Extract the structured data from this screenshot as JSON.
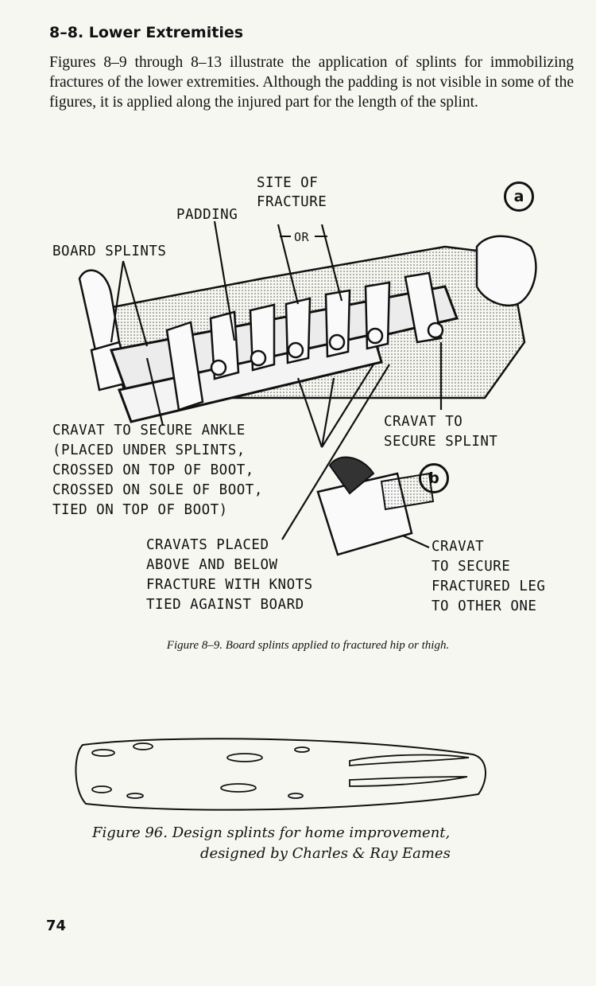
{
  "section": {
    "heading": "8–8. Lower Extremities"
  },
  "intro": "Figures 8–9 through 8–13 illustrate the application of splints for immobilizing fractures of the lower extremities. Although the padding is not visible in some of the figures, it is applied along the injured part for the length of the splint.",
  "figure_a": {
    "labels": {
      "site_of_fracture": [
        "SITE OF",
        "FRACTURE"
      ],
      "padding": "PADDING",
      "or": "OR",
      "board_splints": "BOARD SPLINTS",
      "cravat_ankle": [
        "CRAVAT TO SECURE ANKLE",
        "(PLACED UNDER SPLINTS,",
        "CROSSED ON TOP OF BOOT,",
        "CROSSED ON SOLE OF BOOT,",
        "TIED ON TOP OF BOOT)"
      ],
      "cravat_splint": [
        "CRAVAT TO",
        "SECURE SPLINT"
      ],
      "cravats_placed": [
        "CRAVATS PLACED",
        "ABOVE AND BELOW",
        "FRACTURE WITH KNOTS",
        "TIED AGAINST BOARD"
      ],
      "cravat_leg": [
        "CRAVAT",
        "TO SECURE",
        "FRACTURED LEG",
        "TO OTHER ONE"
      ]
    },
    "panel_a": "a",
    "panel_b": "b",
    "caption": "Figure 8–9. Board splints applied to fractured hip or thigh."
  },
  "figure_b": {
    "handwriting": [
      "Figure 96. Design splints for home improvement,",
      "designed by Charles & Ray Eames"
    ]
  },
  "page_number": "74"
}
